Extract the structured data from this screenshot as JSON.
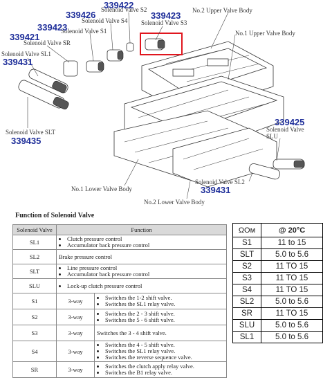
{
  "diagram": {
    "labels": {
      "solenoid_s2": "Solenoid Valve S2",
      "solenoid_s4": "Solenoid Valve S4",
      "solenoid_s3": "Solenoid Valve S3",
      "solenoid_s1": "Solenoid Valve S1",
      "solenoid_sr": "Solenoid Valve SR",
      "solenoid_sl1": "Solenoid Valve SL1",
      "solenoid_slt": "Solenoid Valve SLT",
      "solenoid_slu_1": "Solenoid Valve",
      "solenoid_slu_2": "SLU",
      "solenoid_sl2": "Solenoid Valve SL2",
      "upper2": "No.2 Upper Valve Body",
      "upper1": "No.1 Upper Valve Body",
      "lower1": "No.1 Lower Valve Body",
      "lower2": "No.2 Lower Valve Body"
    },
    "part_numbers": {
      "s2": "339422",
      "s4": "339426",
      "s3": "339423",
      "s1": "339423",
      "sr": "339421",
      "sl1": "339431",
      "slt": "339435",
      "slu": "339425",
      "sl2": "339431"
    },
    "highlight_color": "#e0161e",
    "part_number_color": "#1f2f9a"
  },
  "function_table": {
    "title": "Function of Solenoid Valve",
    "headers": {
      "valve": "Solenoid Valve",
      "function": "Function"
    },
    "rows_full": [
      {
        "valve": "SL1",
        "items": [
          "Clutch pressure control",
          "Accumulator back pressure control"
        ]
      },
      {
        "valve": "SL2",
        "text": "Brake pressure control"
      },
      {
        "valve": "SLT",
        "items": [
          "Line pressure control",
          "Accumulator back pressure control"
        ]
      },
      {
        "valve": "SLU",
        "items": [
          "Lock-up clutch pressure control"
        ]
      }
    ],
    "rows_split": [
      {
        "valve": "S1",
        "type": "3-way",
        "items": [
          "Switches the 1-2 shift valve.",
          "Switches the SL1 relay valve."
        ]
      },
      {
        "valve": "S2",
        "type": "3-way",
        "items": [
          "Switches the 2 - 3 shift valve.",
          "Switches the 5 - 6 shift valve."
        ]
      },
      {
        "valve": "S3",
        "type": "3-way",
        "text": "Switches the 3 - 4 shift valve."
      },
      {
        "valve": "S4",
        "type": "3-way",
        "items": [
          "Switches the 4 - 5 shift valve.",
          "Switches the SL1 relay valve.",
          "Switches the reverse sequence valve."
        ]
      },
      {
        "valve": "SR",
        "type": "3-way",
        "items": [
          "Switches the clutch apply relay valve.",
          "Switches the B1 relay valve."
        ]
      }
    ]
  },
  "resistance_table": {
    "header_unit": "ΩOм",
    "header_temp": "@ 20°C",
    "rows": [
      {
        "valve": "S1",
        "value": "11 to 15"
      },
      {
        "valve": "SLT",
        "value": "5.0 to 5.6"
      },
      {
        "valve": "S2",
        "value": "11 TO 15"
      },
      {
        "valve": "S3",
        "value": "11 TO 15"
      },
      {
        "valve": "S4",
        "value": "11 TO 15"
      },
      {
        "valve": "SL2",
        "value": "5.0 to 5.6"
      },
      {
        "valve": "SR",
        "value": "11 TO 15"
      },
      {
        "valve": "SLU",
        "value": "5.0 to 5.6"
      },
      {
        "valve": "SL1",
        "value": "5.0 to 5.6"
      }
    ]
  }
}
